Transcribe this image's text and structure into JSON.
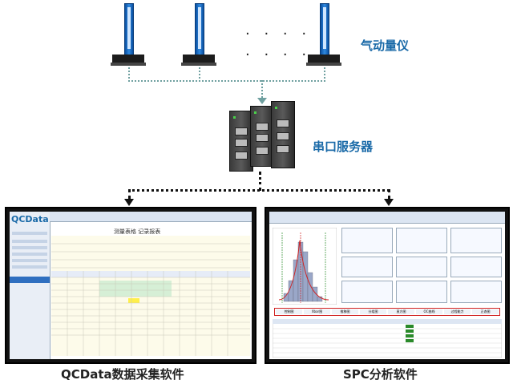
{
  "gauges": {
    "label": "气动量仪",
    "ellipsis": "· · · ·\n· · · ·"
  },
  "server": {
    "label": "串口服务器"
  },
  "qcdata": {
    "caption": "QCData数据采集软件",
    "logo": "QCData",
    "sheet_title": "测量表格 记录报表"
  },
  "spc": {
    "caption": "SPC分析软件",
    "tabs": [
      "控制图",
      "Xbar图",
      "推移图",
      "分组图",
      "直方图",
      "OC曲线",
      "过程能力",
      "正态图"
    ]
  },
  "colors": {
    "accent": "#1a6aa8",
    "connector": "#6fa0a0",
    "highlight_red": "#d02020"
  }
}
